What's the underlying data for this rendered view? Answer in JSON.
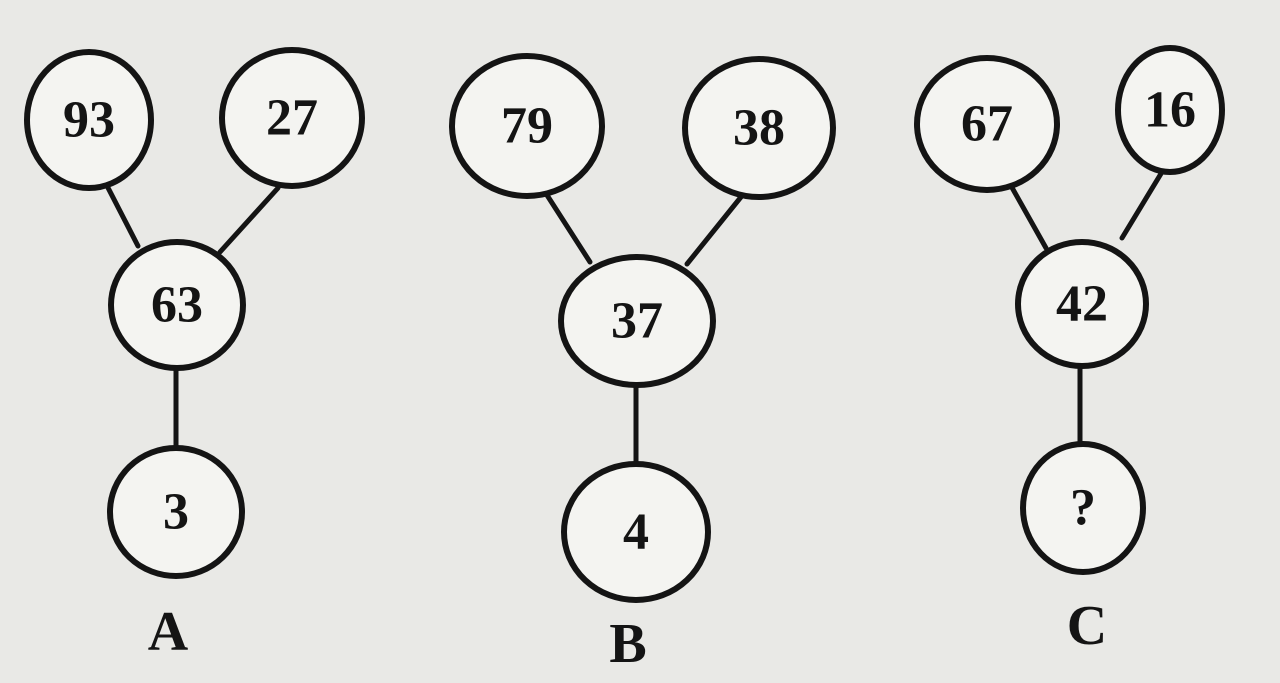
{
  "panels": [
    {
      "label": "A",
      "top_left": "93",
      "top_right": "27",
      "middle": "63",
      "bottom": "3"
    },
    {
      "label": "B",
      "top_left": "79",
      "top_right": "38",
      "middle": "37",
      "bottom": "4"
    },
    {
      "label": "C",
      "top_left": "67",
      "top_right": "16",
      "middle": "42",
      "bottom": "?"
    }
  ]
}
